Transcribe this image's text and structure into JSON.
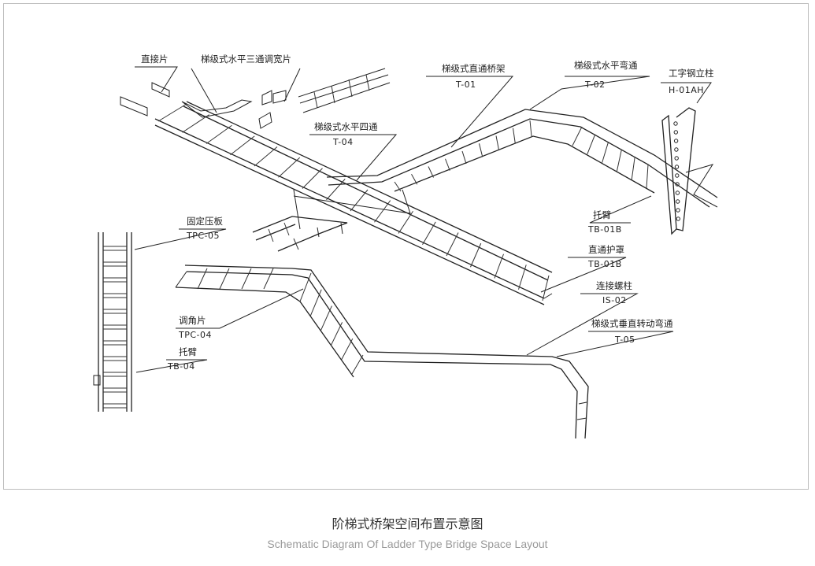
{
  "caption": {
    "title_zh": "阶梯式桥架空间布置示意图",
    "title_en": "Schematic Diagram Of Ladder Type Bridge Space Layout"
  },
  "callouts": {
    "straight_plate": {
      "name": "直接片"
    },
    "tee_widen": {
      "name": "梯级式水平三通调宽片"
    },
    "straight_tray": {
      "name": "梯级式直通桥架",
      "code": "T-01"
    },
    "horiz_bend": {
      "name": "梯级式水平弯通",
      "code": "T-02"
    },
    "i_column": {
      "name": "工字钢立柱",
      "code": "H-01AH"
    },
    "cross": {
      "name": "梯级式水平四通",
      "code": "T-04"
    },
    "bracket_right": {
      "name": "托臂",
      "code": "TB-01B"
    },
    "clamp_plate": {
      "name": "固定压板",
      "code": "TPC-05"
    },
    "cover": {
      "name": "直通护罩",
      "code": "TB-01B"
    },
    "bolt": {
      "name": "连接螺柱",
      "code": "IS-02"
    },
    "angle_plate": {
      "name": "调角片",
      "code": "TPC-04"
    },
    "vert_bend": {
      "name": "梯级式垂直转动弯通",
      "code": "T-05"
    },
    "bracket_left": {
      "name": "托臂",
      "code": "TB-04"
    }
  }
}
